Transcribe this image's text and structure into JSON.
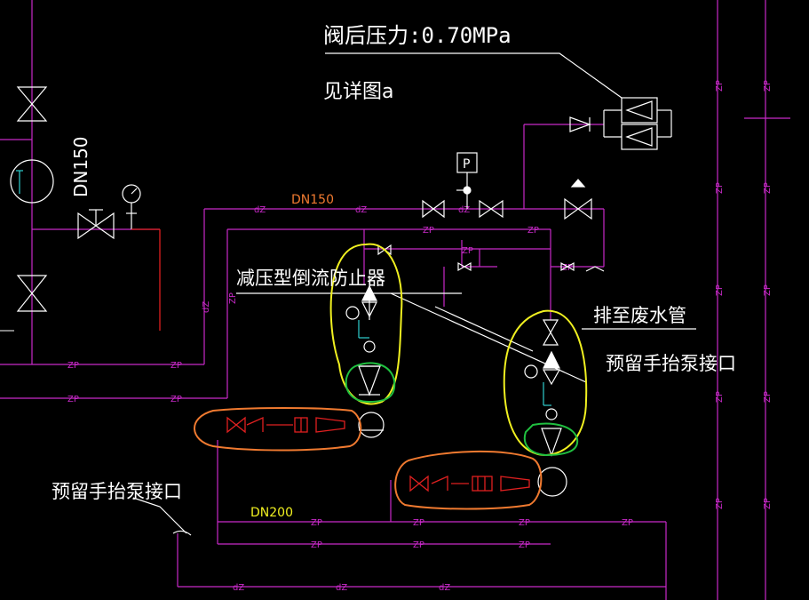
{
  "colors": {
    "background": "#000000",
    "pipe": "#c829c8",
    "white": "#ffffff",
    "red": "#e02020",
    "yellow": "#f0f020",
    "green": "#20c040",
    "orange": "#f07a30",
    "cyan": "#30d0d0"
  },
  "labels": {
    "pressure_after_valve": "阀后压力:0.70MPa",
    "see_detail": "见详图a",
    "dn150_vertical": "DN150",
    "dn150_top": "DN150",
    "dn200": "DN200",
    "reducing_backflow_preventer": "减压型倒流防止器",
    "drain_to_waste": "排至废水管",
    "pump_interface_right": "预留手抬泵接口",
    "pump_interface_left": "预留手抬泵接口",
    "gauge_p": "P"
  },
  "pipe_tags": {
    "zp": "ZP",
    "dz": "dZ"
  }
}
